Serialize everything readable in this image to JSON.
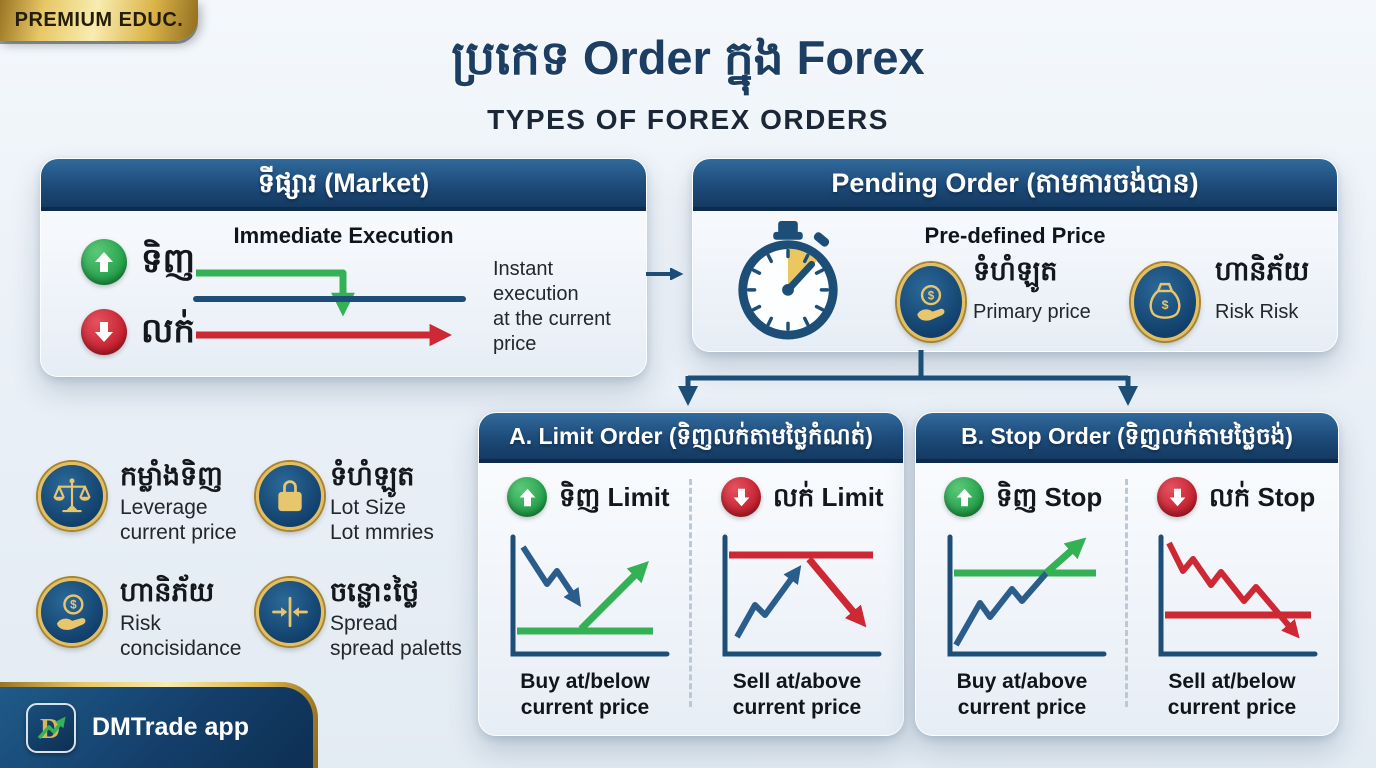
{
  "colors": {
    "navy": "#1d4e77",
    "header_blue_top": "#306a9b",
    "header_blue_bottom": "#143a61",
    "green": "#2fae53",
    "red": "#cd2834",
    "gold": "#d9b65c",
    "background": "#edf2f8"
  },
  "premium_badge": {
    "label": "PREMIUM EDUC."
  },
  "title": {
    "khmer": "ប្រកេទ Order ក្នុង Forex",
    "english": "TYPES OF FOREX ORDERS"
  },
  "market_card": {
    "header": "ទីផ្សារ (Market)",
    "subtitle": "Immediate Execution",
    "buy_label": "ទិញ",
    "sell_label": "លក់",
    "note_lines": [
      "Instant",
      "execution",
      "at the current",
      "price"
    ]
  },
  "pending_card": {
    "header": "Pending Order (តាមការចង់បាន)",
    "subtitle": "Pre-defined Price",
    "items": [
      {
        "icon": "hand-coin-icon",
        "khmer": "ទំហំឡូត",
        "english": "Primary price"
      },
      {
        "icon": "money-bag-icon",
        "khmer": "ហានិភ័យ",
        "english": "Risk Risk"
      }
    ]
  },
  "glossary": {
    "items": [
      {
        "icon": "scale-icon",
        "khmer": "កម្លាំងទិញ",
        "line1": "Leverage",
        "line2": "current price"
      },
      {
        "icon": "bag-icon",
        "khmer": "ទំហំឡូត",
        "line1": "Lot Size",
        "line2": "Lot mmries"
      },
      {
        "icon": "hand-coin-icon",
        "khmer": "ហានិភ័យ",
        "line1": "Risk",
        "line2": "concisidance"
      },
      {
        "icon": "spread-icon",
        "khmer": "ចន្លោះថ្លៃ",
        "line1": "Spread",
        "line2": "spread paletts"
      }
    ]
  },
  "limit_card": {
    "header": "A. Limit Order (ទិញលក់តាមថ្លៃកំណត់)",
    "buy": {
      "label": "ទិញ Limit",
      "caption": [
        "Buy at/below",
        "current price"
      ]
    },
    "sell": {
      "label": "លក់ Limit",
      "caption": [
        "Sell at/above",
        "current price"
      ]
    }
  },
  "stop_card": {
    "header": "B. Stop Order (ទិញលក់តាមថ្លៃចង់)",
    "buy": {
      "label": "ទិញ Stop",
      "caption": [
        "Buy at/above",
        "current price"
      ]
    },
    "sell": {
      "label": "លក់ Stop",
      "caption": [
        "Sell at/below",
        "current price"
      ]
    }
  },
  "footer": {
    "app_name": "DMTrade app"
  }
}
